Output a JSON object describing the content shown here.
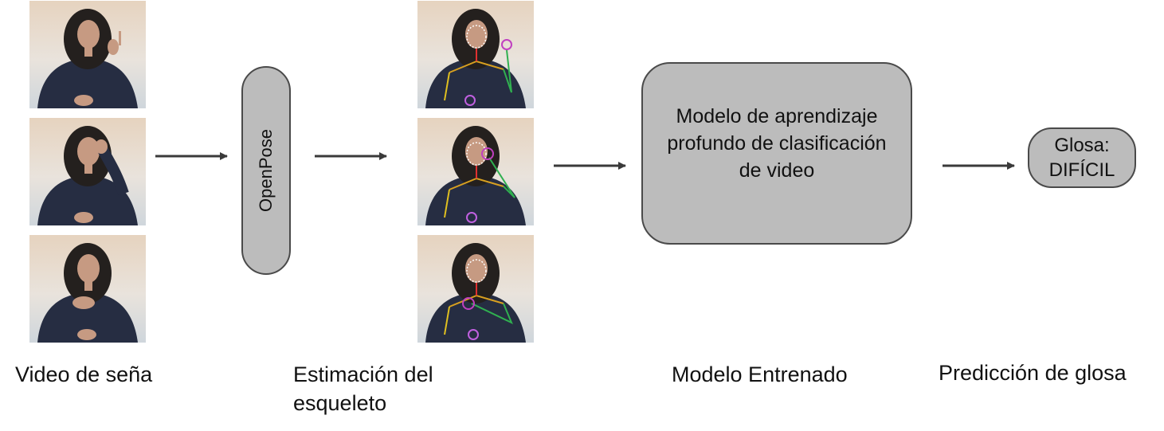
{
  "openpose_block": {
    "label": "OpenPose"
  },
  "model_block": {
    "label": "Modelo de aprendizaje profundo de clasificación de video"
  },
  "prediction_block": {
    "line1": "Glosa:",
    "line2": "DIFÍCIL"
  },
  "captions": {
    "video": "Video de seña",
    "skeleton_line1": "Estimación del",
    "skeleton_line2": "esqueleto",
    "trained_model": "Modelo Entrenado",
    "prediction": "Predicción de glosa"
  },
  "colors": {
    "box_fill": "#bcbcbc",
    "box_border": "#4a4a4a",
    "arrow": "#3a3a3a"
  }
}
